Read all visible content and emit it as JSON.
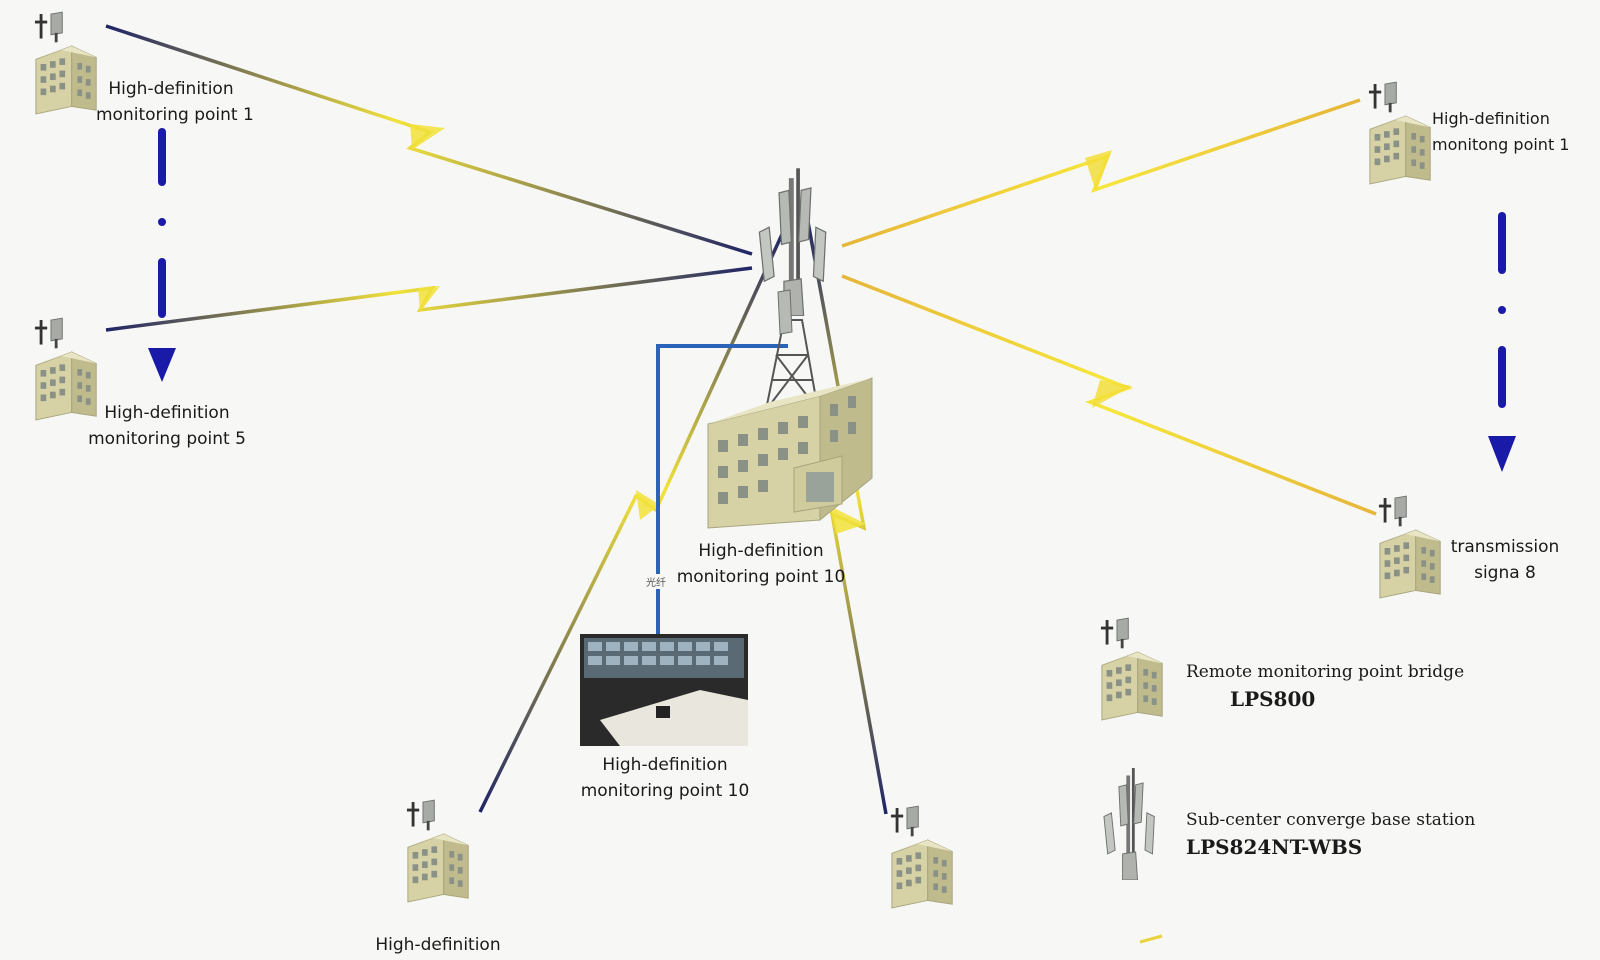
{
  "nodes": {
    "point_1_left": [
      "High-definition",
      "monitoring point 1"
    ],
    "point_5_left": [
      "High-definition",
      "monitoring point 5"
    ],
    "point_1_right": [
      "High-definition",
      "monitong point 1"
    ],
    "transmission_right": [
      "transmission",
      "signa 8"
    ],
    "center_building": [
      "High-definition",
      "monitoring point 10"
    ],
    "control_room": [
      "High-definition",
      "monitoring point 10"
    ],
    "bottom_left_partial": "High-definition"
  },
  "link_label": "光纤",
  "legend": {
    "bridge": {
      "desc": "Remote monitoring point bridge",
      "model": "LPS800"
    },
    "base_station": {
      "desc": "Sub-center converge base station",
      "model": "LPS824NT-WBS"
    }
  },
  "colors": {
    "building_front": "#d6d2a6",
    "building_side": "#bfbb8c",
    "window": "#8a9186",
    "wireless_yellow": "#f2e23a",
    "wireless_navy": "#1f2466",
    "wireless_orange": "#efc43a",
    "fiber_blue": "#2b63b8",
    "arrow_blue": "#1a1aa8"
  }
}
